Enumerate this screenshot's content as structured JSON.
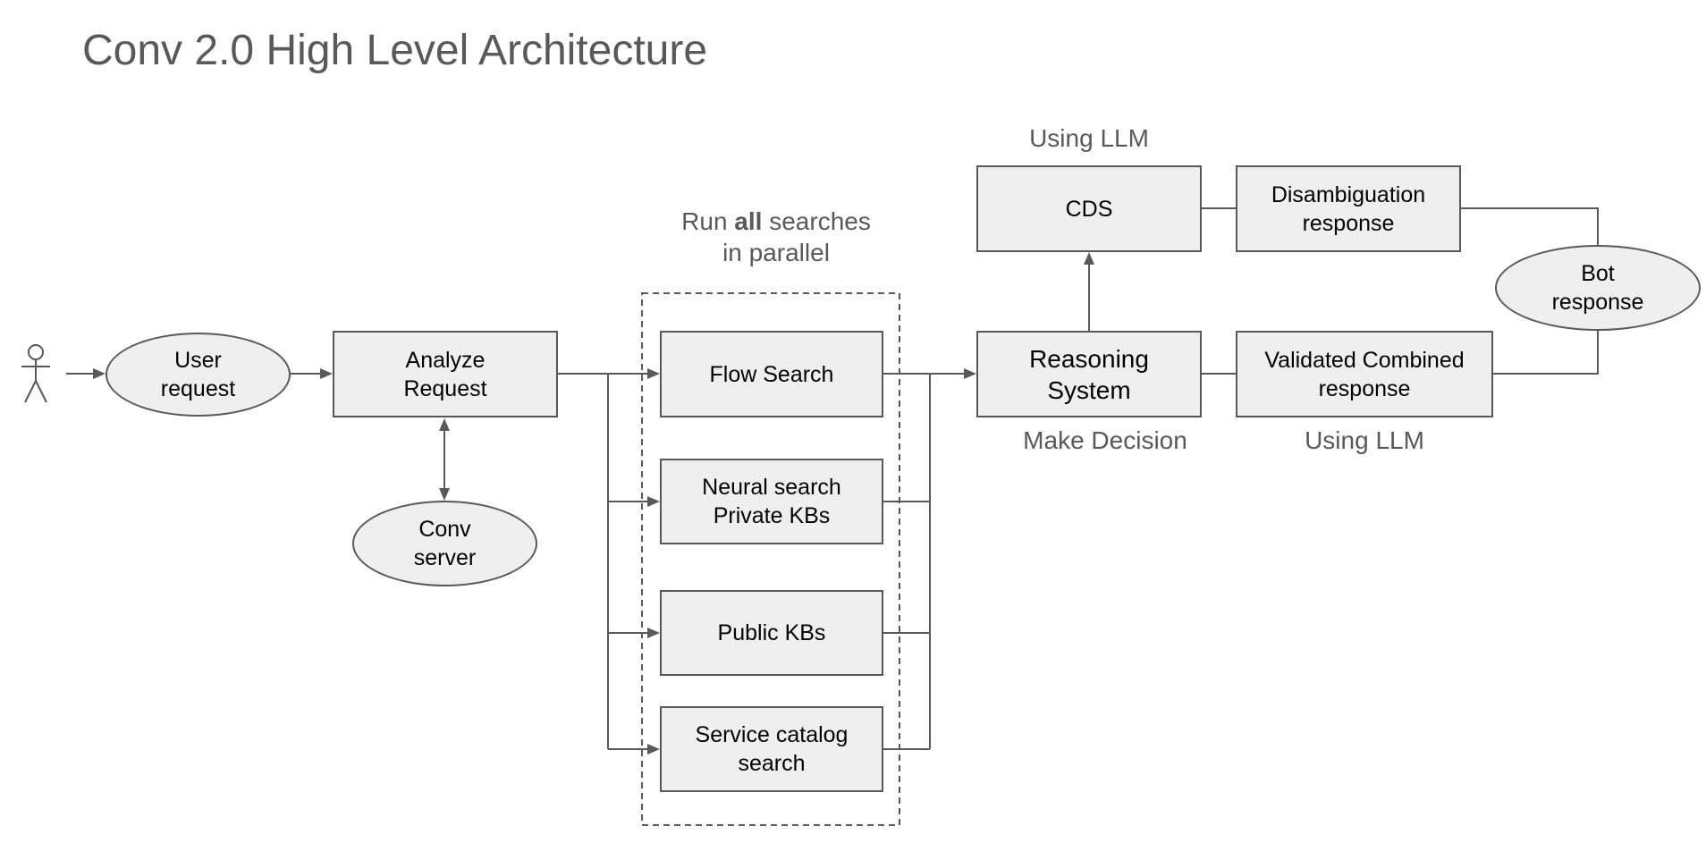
{
  "title": "Conv 2.0 High Level Architecture",
  "nodes": {
    "user_request": "User\nrequest",
    "analyze_request": "Analyze\nRequest",
    "conv_server": "Conv\nserver",
    "flow_search": "Flow Search",
    "neural_search": "Neural search\nPrivate KBs",
    "public_kbs": "Public KBs",
    "service_catalog": "Service catalog\nsearch",
    "reasoning_system": "Reasoning\nSystem",
    "cds": "CDS",
    "disambiguation_response": "Disambiguation\nresponse",
    "validated_combined_response": "Validated Combined\nresponse",
    "bot_response": "Bot\nresponse"
  },
  "captions": {
    "parallel_prefix": "Run ",
    "parallel_bold": "all",
    "parallel_suffix": " searches",
    "parallel_line2": "in parallel",
    "using_llm_top": "Using LLM",
    "make_decision": "Make Decision",
    "using_llm_bottom": "Using LLM"
  },
  "colors": {
    "node_fill": "#efefef",
    "stroke": "#595959",
    "caption_text": "#595959",
    "node_text": "#000000"
  },
  "icons": {
    "actor": "stick-figure-icon"
  }
}
